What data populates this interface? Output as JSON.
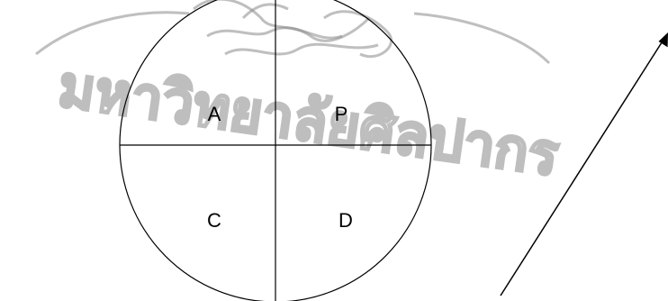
{
  "diagram": {
    "quadrants": [
      {
        "id": "top-left",
        "label": "A"
      },
      {
        "id": "top-right",
        "label": "P"
      },
      {
        "id": "bottom-left",
        "label": "C"
      },
      {
        "id": "bottom-right",
        "label": "D"
      }
    ]
  },
  "watermark": {
    "text": "มหาวิทยาลัยศิลปากร",
    "color": "#8a8a8a"
  },
  "colors": {
    "line": "#000000",
    "background": "#ffffff"
  }
}
